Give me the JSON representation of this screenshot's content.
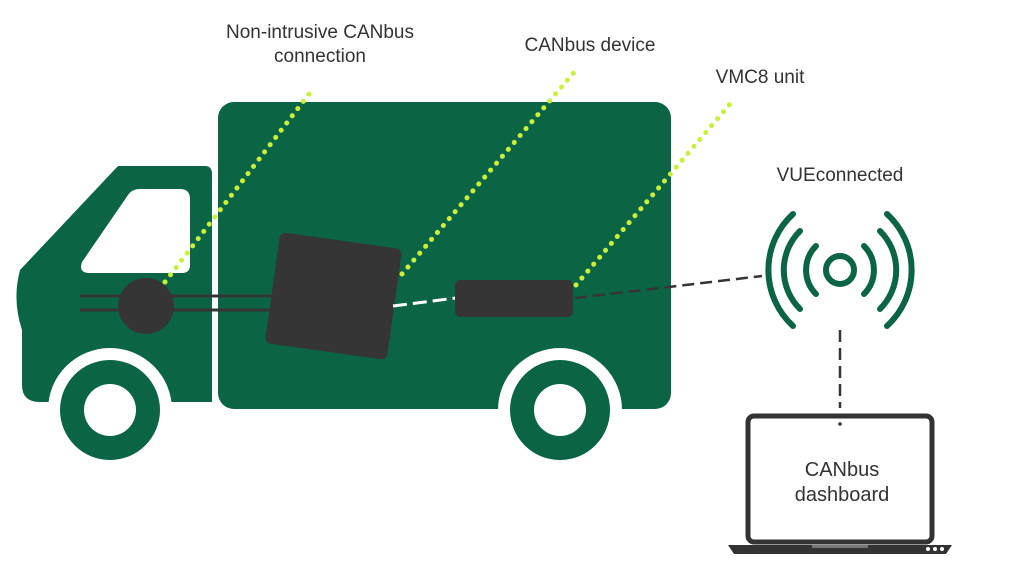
{
  "labels": {
    "canbus_connection": [
      "Non-intrusive CANbus",
      "connection"
    ],
    "canbus_device": "CANbus device",
    "vmc8_unit": "VMC8 unit",
    "vueconnected": "VUEconnected",
    "dashboard": [
      "CANbus",
      "dashboard"
    ]
  },
  "colors": {
    "truck_green": "#0b6444",
    "signal_green": "#0b6444",
    "dark_component": "#353535",
    "leader_dots": "#c8f03c",
    "laptop_frame": "#333333",
    "text": "#333333"
  },
  "icons": {
    "wireless": "wireless-signal-icon",
    "laptop": "laptop-icon"
  }
}
